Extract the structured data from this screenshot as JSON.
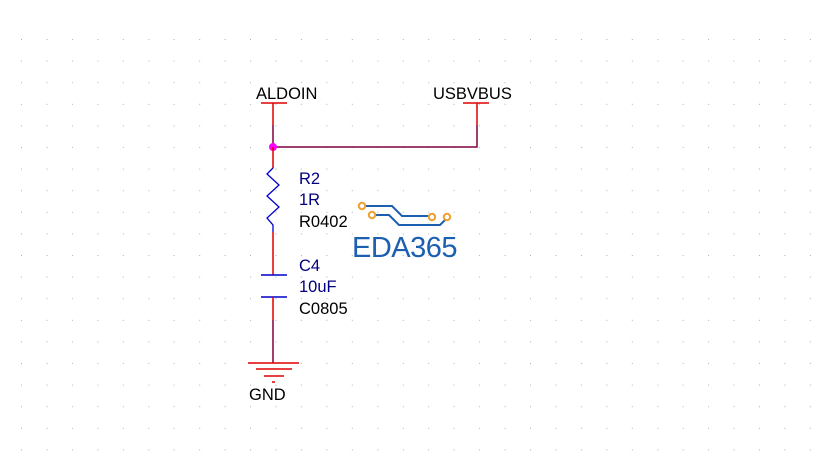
{
  "schematic": {
    "nets": {
      "aldoin": "ALDOIN",
      "usbvbus": "USBVBUS",
      "gnd": "GND"
    },
    "resistor": {
      "designator": "R2",
      "value": "1R",
      "footprint": "R0402"
    },
    "capacitor": {
      "designator": "C4",
      "value": "10uF",
      "footprint": "C0805"
    },
    "watermark": {
      "text": "EDA365"
    },
    "colors": {
      "pin": "#e00000",
      "wire": "#800040",
      "junction": "#ff00ff",
      "component": "#0000cc",
      "designator": "#000080",
      "logo_text": "#1a5fb0",
      "logo_trace": "#1a5fb0",
      "logo_pad": "#f0a030",
      "grid": "#b0b0b0"
    }
  }
}
